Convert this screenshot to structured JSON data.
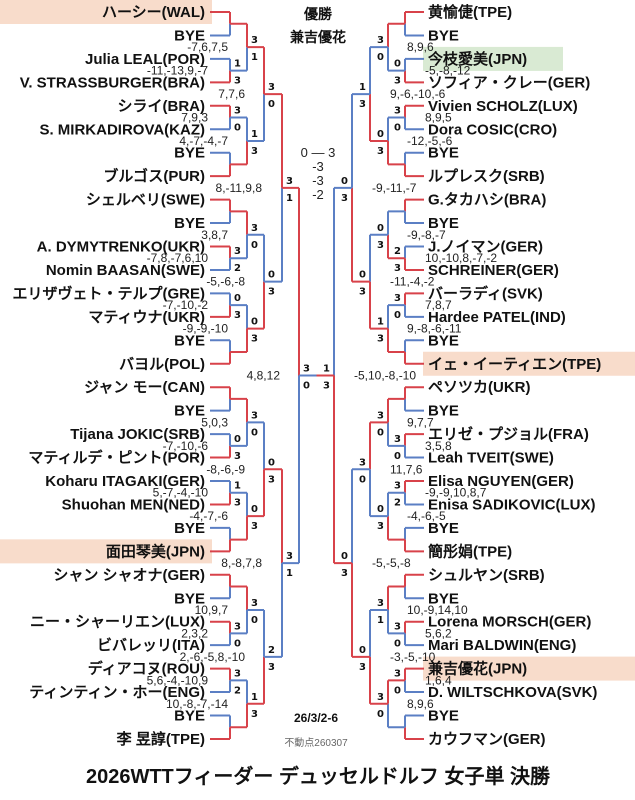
{
  "header": {
    "champion_label": "優勝",
    "champion_name": "兼吉優花"
  },
  "final": {
    "score": "0 — 3",
    "games": [
      "-3",
      "-3",
      "-2"
    ]
  },
  "footer": {
    "date": "26/3/2-6",
    "fixed_point": "不動点260307",
    "title": "2026WTTフィーダー デュッセルドルフ 女子単 決勝"
  },
  "colors": {
    "win_line": "#d8424a",
    "lose_line": "#5b7fc4",
    "highlight_peach": "#f8dccb",
    "highlight_green": "#d9ead3"
  },
  "left": {
    "players": [
      {
        "name": "ハーシー(WAL)",
        "highlight": "peach"
      },
      {
        "name": "BYE"
      },
      {
        "name": "Julia LEAL(POR)"
      },
      {
        "name": "V. STRASSBURGER(BRA)"
      },
      {
        "name": "シライ(BRA)"
      },
      {
        "name": "S. MIRKADIROVA(KAZ)"
      },
      {
        "name": "BYE"
      },
      {
        "name": "ブルゴス(PUR)"
      },
      {
        "name": "シェルベリ(SWE)"
      },
      {
        "name": "BYE"
      },
      {
        "name": "A. DYMYTRENKO(UKR)"
      },
      {
        "name": "Nomin BAASAN(SWE)"
      },
      {
        "name": "エリザヴェト・テルプ(GRE)"
      },
      {
        "name": "マティウナ(UKR)"
      },
      {
        "name": "BYE"
      },
      {
        "name": "バヨル(POL)"
      },
      {
        "name": "ジャン モー(CAN)"
      },
      {
        "name": "BYE"
      },
      {
        "name": "Tijana JOKIC(SRB)"
      },
      {
        "name": "マティルデ・ピント(POR)"
      },
      {
        "name": "Koharu ITAGAKI(GER)"
      },
      {
        "name": "Shuohan MEN(NED)"
      },
      {
        "name": "BYE"
      },
      {
        "name": "面田琴美(JPN)",
        "highlight": "peach"
      },
      {
        "name": "シャン シャオナ(GER)"
      },
      {
        "name": "BYE"
      },
      {
        "name": "ニー・シャーリエン(LUX)"
      },
      {
        "name": "ビバレッリ(ITA)"
      },
      {
        "name": "ディアコヌ(ROU)"
      },
      {
        "name": "ティンティン・ホー(ENG)"
      },
      {
        "name": "BYE"
      },
      {
        "name": "李 昱諄(TPE)"
      }
    ],
    "rounds": [
      [
        null,
        [
          1,
          3,
          "-11,-13,9,-7"
        ],
        [
          3,
          0,
          "7,9,3"
        ],
        null,
        null,
        [
          3,
          2,
          "-7,8,-7,6,10"
        ],
        [
          0,
          3,
          "-7,-10,-2"
        ],
        null,
        null,
        [
          0,
          3,
          "-7,-10,-6"
        ],
        [
          1,
          3,
          "5,-7,-4,-10"
        ],
        null,
        null,
        [
          3,
          0,
          "2,3,2"
        ],
        [
          3,
          2,
          "5,6,-4,-10,9"
        ],
        null
      ],
      [
        [
          3,
          1,
          "-7,6,7,5"
        ],
        [
          1,
          3,
          "4,-7,-4,-7"
        ],
        [
          3,
          0,
          "3,8,7"
        ],
        [
          0,
          3,
          "-9,-9,-10"
        ],
        [
          3,
          0,
          "5,0,3"
        ],
        [
          0,
          3,
          "-4,-7,-6"
        ],
        [
          3,
          0,
          "10,9,7"
        ],
        [
          1,
          3,
          "10,-8,-7,-14"
        ]
      ],
      [
        [
          3,
          0,
          "7,7,6"
        ],
        [
          0,
          3,
          "-5,-6,-8"
        ],
        [
          0,
          3,
          "-8,-6,-9"
        ],
        [
          2,
          3,
          "2,-6,-5,8,-10"
        ]
      ],
      [
        [
          3,
          1,
          "8,-11,9,8"
        ],
        [
          3,
          1,
          "8,-8,7,8"
        ]
      ],
      [
        [
          3,
          0,
          "4,8,12"
        ]
      ]
    ]
  },
  "right": {
    "players": [
      {
        "name": "黄愉倢(TPE)"
      },
      {
        "name": "BYE"
      },
      {
        "name": "今枝愛美(JPN)",
        "highlight": "green"
      },
      {
        "name": "ソフィア・クレー(GER)"
      },
      {
        "name": "Vivien SCHOLZ(LUX)"
      },
      {
        "name": "Dora COSIC(CRO)"
      },
      {
        "name": "BYE"
      },
      {
        "name": "ルプレスク(SRB)"
      },
      {
        "name": "G.タカハシ(BRA)"
      },
      {
        "name": "BYE"
      },
      {
        "name": "J.ノイマン(GER)"
      },
      {
        "name": "SCHREINER(GER)"
      },
      {
        "name": "バーラディ(SVK)"
      },
      {
        "name": "Hardee PATEL(IND)"
      },
      {
        "name": "BYE"
      },
      {
        "name": "イェ・イーティエン(TPE)",
        "highlight": "peach"
      },
      {
        "name": "ペソツカ(UKR)"
      },
      {
        "name": "BYE"
      },
      {
        "name": "エリゼ・プジョル(FRA)"
      },
      {
        "name": "Leah TVEIT(SWE)"
      },
      {
        "name": "Elisa NGUYEN(GER)"
      },
      {
        "name": "Enisa SADIKOVIC(LUX)"
      },
      {
        "name": "BYE"
      },
      {
        "name": "簡彤娟(TPE)"
      },
      {
        "name": "シュルヤン(SRB)"
      },
      {
        "name": "BYE"
      },
      {
        "name": "Lorena MORSCH(GER)"
      },
      {
        "name": "Mari BALDWIN(ENG)"
      },
      {
        "name": "兼吉優花(JPN)",
        "highlight": "peach"
      },
      {
        "name": "D. WILTSCHKOVA(SVK)"
      },
      {
        "name": "BYE"
      },
      {
        "name": "カウフマン(GER)"
      }
    ],
    "rounds": [
      [
        null,
        [
          0,
          3,
          "-5,-8,-12"
        ],
        [
          3,
          0,
          "8,9,5"
        ],
        null,
        null,
        [
          2,
          3,
          "10,-10,8,-7,-2"
        ],
        [
          3,
          0,
          "7,8,7"
        ],
        null,
        null,
        [
          3,
          0,
          "3,5,8"
        ],
        [
          3,
          2,
          "-9,-9,10,8,7"
        ],
        null,
        null,
        [
          3,
          0,
          "5,6,2"
        ],
        [
          3,
          0,
          "1,6,4"
        ],
        null
      ],
      [
        [
          3,
          0,
          "8,9,6"
        ],
        [
          0,
          3,
          "-12,-5,-6"
        ],
        [
          0,
          3,
          "-9,-8,-7"
        ],
        [
          1,
          3,
          "9,-8,-6,-11"
        ],
        [
          3,
          0,
          "9,7,7"
        ],
        [
          0,
          3,
          "-4,-6,-5"
        ],
        [
          3,
          1,
          "10,-9,14,10"
        ],
        [
          3,
          0,
          "8,9,6"
        ]
      ],
      [
        [
          1,
          3,
          "9,-6,-10,-6"
        ],
        [
          0,
          3,
          "-11,-4,-2"
        ],
        [
          3,
          0,
          "11,7,6"
        ],
        [
          0,
          3,
          "-3,-5,-10"
        ]
      ],
      [
        [
          0,
          3,
          "-9,-11,-7"
        ],
        [
          0,
          3,
          "-5,-5,-8"
        ]
      ],
      [
        [
          1,
          3,
          "-5,10,-8,-10"
        ]
      ]
    ]
  }
}
